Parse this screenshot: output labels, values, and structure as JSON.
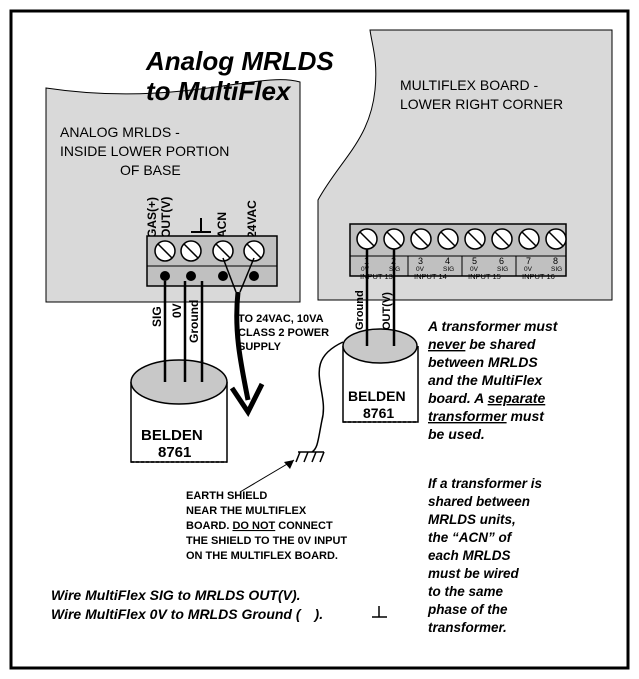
{
  "title": {
    "line1": "Analog MRLDS",
    "line2": "to MultiFlex"
  },
  "mrlds_box": {
    "line1": "ANALOG MRLDS -",
    "line2": "INSIDE LOWER PORTION",
    "line3": "OF BASE"
  },
  "mrlds_terminals": [
    "GAS(+)",
    "OUT(V)",
    "ACN",
    "24VAC"
  ],
  "mrlds_wire_labels": [
    "SIG",
    "0V",
    "Ground"
  ],
  "power_note": [
    "TO 24VAC, 10VA",
    "CLASS 2 POWER",
    "SUPPLY"
  ],
  "multiflex_box": {
    "line1": "MULTIFLEX BOARD -",
    "line2": "LOWER RIGHT CORNER"
  },
  "multiflex_terminals": {
    "numbers": [
      "1",
      "2",
      "3",
      "4",
      "5",
      "6",
      "7",
      "8"
    ],
    "types": [
      "0V",
      "SIG",
      "0V",
      "SIG",
      "0V",
      "SIG",
      "0V",
      "SIG"
    ],
    "inputs": [
      "INPUT 13",
      "INPUT 14",
      "INPUT 15",
      "INPUT 16"
    ]
  },
  "multiflex_wire_labels": [
    "Ground",
    "OUT(V)"
  ],
  "cable_left": {
    "line1": "BELDEN",
    "line2": "8761"
  },
  "cable_right": {
    "line1": "BELDEN",
    "line2": "8761"
  },
  "earth_note": [
    {
      "text": "EARTH SHIELD",
      "underline": ""
    },
    {
      "text": "NEAR THE MULTIFLEX",
      "underline": ""
    },
    {
      "pre": "BOARD. ",
      "underline": "DO NOT",
      "post": " CONNECT"
    },
    {
      "text": "THE SHIELD TO THE 0V INPUT",
      "underline": ""
    },
    {
      "text": "ON THE MULTIFLEX BOARD.",
      "underline": ""
    }
  ],
  "transformer_note": [
    {
      "pre": "A transformer must",
      "underline": "",
      "post": ""
    },
    {
      "pre": "",
      "underline": "never",
      "post": " be shared"
    },
    {
      "pre": "between MRLDS",
      "underline": "",
      "post": ""
    },
    {
      "pre": "and the MultiFlex",
      "underline": "",
      "post": ""
    },
    {
      "pre": "board. A ",
      "underline": "separate",
      "post": ""
    },
    {
      "pre": "",
      "underline": "transformer",
      "post": " must"
    },
    {
      "pre": "be used.",
      "underline": "",
      "post": ""
    }
  ],
  "shared_note": [
    "If a transformer is",
    "shared between",
    "MRLDS units,",
    "the “ACN” of",
    "each MRLDS",
    "must be wired",
    "to the same",
    "phase of the",
    "transformer."
  ],
  "wiring_note": {
    "line1": "Wire MultiFlex SIG to MRLDS OUT(V).",
    "line2_pre": "Wire MultiFlex 0V to MRLDS Ground (",
    "line2_post": ")."
  },
  "colors": {
    "panel": "#d9d9d9",
    "terminal_block": "#c0c0c0",
    "cable_top": "#c8c8c8",
    "line": "#000000"
  }
}
